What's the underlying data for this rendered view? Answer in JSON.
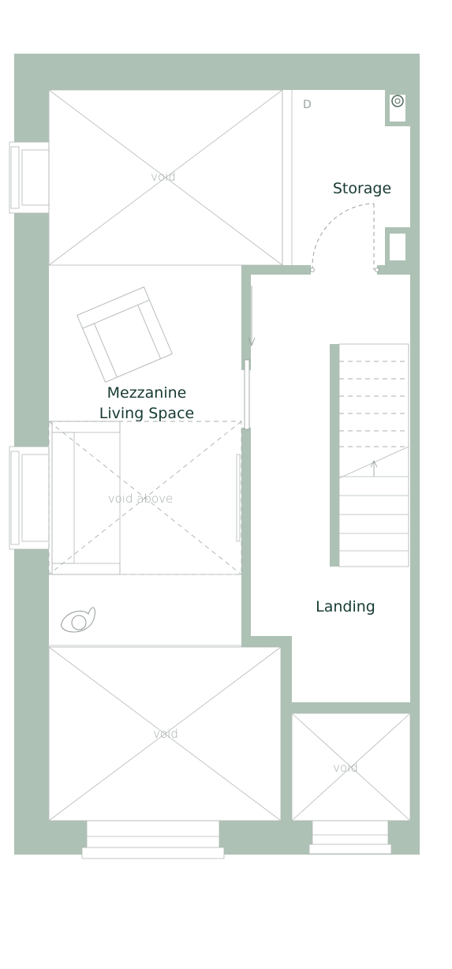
{
  "colors": {
    "wall": "#adc1b4",
    "wall_dark": "#4f6a5d",
    "floor": "#ffffff",
    "label": "#173a33",
    "void_label": "#a3aca8"
  },
  "rooms": {
    "storage": "Storage",
    "mezzanine_line1": "Mezzanine",
    "mezzanine_line2": "Living Space",
    "landing": "Landing"
  },
  "voids": {
    "top_left": "void",
    "middle": "void above",
    "bottom_left": "void",
    "bottom_right": "void"
  },
  "markers": {
    "cupboard_door": "D"
  },
  "icons": {
    "armchair": "armchair-icon",
    "sofa": "sofa-icon",
    "chair": "swivel-chair-icon",
    "stairs": "staircase-icon",
    "boiler": "boiler-icon"
  }
}
